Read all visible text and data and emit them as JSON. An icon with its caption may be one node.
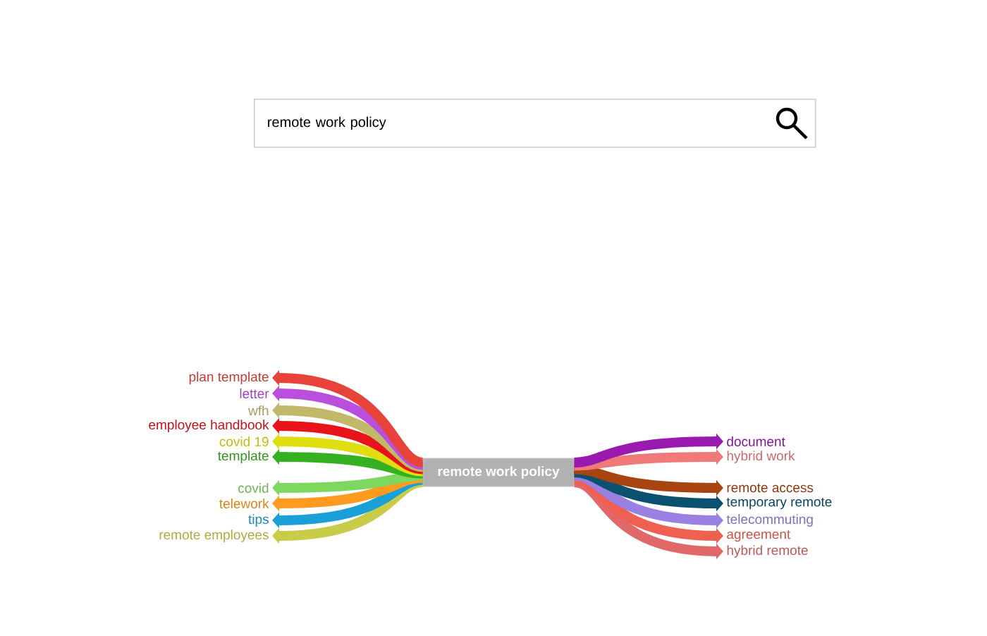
{
  "diagram": {
    "nodes": [
      {
        "text": [
          "remote work policy"
        ]
      },
      {
        "text": [
          "plan template"
        ]
      },
      {
        "text": [
          "letter"
        ]
      },
      {
        "text": [
          "wfh"
        ]
      },
      {
        "text": [
          "employee handbook"
        ]
      },
      {
        "text": [
          "covid 19"
        ]
      },
      {
        "text": [
          "template"
        ]
      },
      {
        "text": [
          "covid"
        ]
      },
      {
        "text": [
          "telework"
        ]
      },
      {
        "text": [
          "tips"
        ]
      },
      {
        "text": [
          "remote employees"
        ]
      },
      {
        "text": [
          "document"
        ]
      },
      {
        "text": [
          "hybrid work"
        ]
      },
      {
        "text": [
          "remote access"
        ]
      },
      {
        "text": [
          "temporary remote"
        ]
      },
      {
        "text": [
          "telecommuting"
        ]
      },
      {
        "text": [
          "agreement"
        ]
      },
      {
        "text": [
          "hybrid remote"
        ]
      }
    ],
    "edges": [
      {
        "from": 0,
        "to": 1,
        "arrow": "to",
        "color": "#e8433a"
      },
      {
        "from": 0,
        "to": 2,
        "arrow": "to",
        "color": "#b94fdc"
      },
      {
        "from": 0,
        "to": 3,
        "arrow": "to",
        "color": "#c2b86a"
      },
      {
        "from": 0,
        "to": 4,
        "arrow": "to",
        "color": "#e8141a"
      },
      {
        "from": 0,
        "to": 5,
        "arrow": "to",
        "color": "#dede10"
      },
      {
        "from": 0,
        "to": 6,
        "arrow": "to",
        "color": "#35b020"
      },
      {
        "from": 0,
        "to": 7,
        "arrow": "to",
        "color": "#7ed860"
      },
      {
        "from": 0,
        "to": 8,
        "arrow": "to",
        "color": "#ff9a20"
      },
      {
        "from": 0,
        "to": 9,
        "arrow": "to",
        "color": "#1aa0d8"
      },
      {
        "from": 0,
        "to": 10,
        "arrow": "to",
        "color": "#c8cc48"
      },
      {
        "from": 0,
        "to": 11,
        "arrow": "to",
        "color": "#9a1ab0"
      },
      {
        "from": 0,
        "to": 12,
        "arrow": "to",
        "color": "#f07a7a"
      },
      {
        "from": 0,
        "to": 13,
        "arrow": "to",
        "color": "#a84410"
      },
      {
        "from": 0,
        "to": 14,
        "arrow": "to",
        "color": "#0a5070"
      },
      {
        "from": 0,
        "to": 15,
        "arrow": "to",
        "color": "#9a80e0"
      },
      {
        "from": 0,
        "to": 16,
        "arrow": "to",
        "color": "#f06050"
      },
      {
        "from": 0,
        "to": 17,
        "arrow": "to",
        "color": "#e06868"
      }
    ],
    "labels": [
      "remote work policy"
    ]
  }
}
